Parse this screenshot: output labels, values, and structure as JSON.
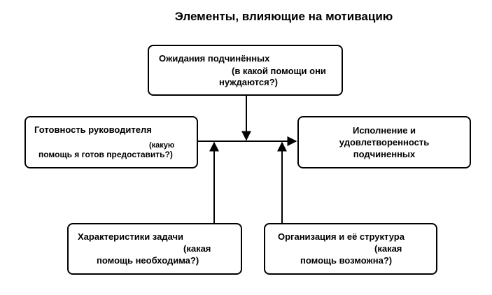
{
  "title": "Элементы, влияющие на мотивацию",
  "nodes": {
    "expectations": {
      "line1": "Ожидания подчинённых",
      "line2": "(в какой помощи они",
      "line3": "нуждаются?)"
    },
    "readiness": {
      "line1": "Готовность руководителя",
      "line2": "(какую",
      "line3": "помощь я готов предоставить?)"
    },
    "result": {
      "line1": "Исполнение и",
      "line2": "удовлетворенность",
      "line3": "подчиненных"
    },
    "task": {
      "line1": "Характеристики задачи",
      "line2": "(какая",
      "line3": "помощь необходима?)"
    },
    "organization": {
      "line1": "Организация и её структура",
      "line2": "(какая",
      "line3": "помощь возможна?)"
    }
  },
  "colors": {
    "stroke": "#000000",
    "background": "#ffffff"
  }
}
